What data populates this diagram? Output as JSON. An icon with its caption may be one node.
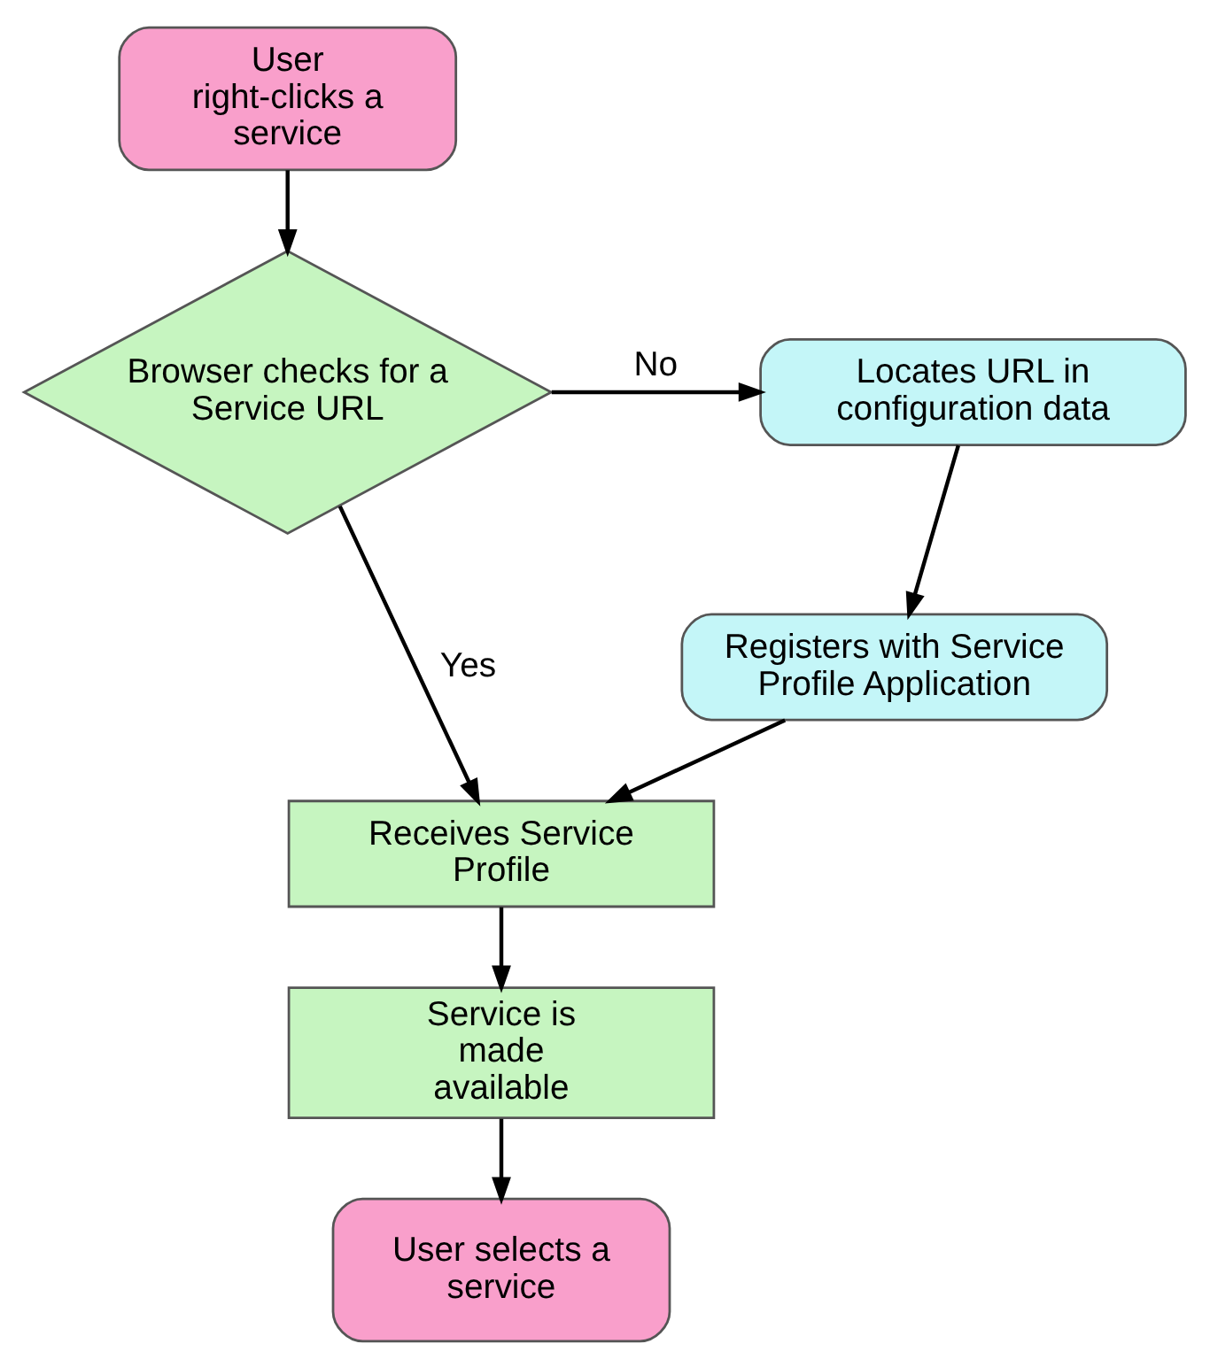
{
  "diagram": {
    "nodes": [
      {
        "text": [
          "User right-clicks a service"
        ]
      },
      {
        "text": [
          "Browser checks for a Service URL"
        ]
      },
      {
        "text": [
          "Locates URL in configuration data"
        ]
      },
      {
        "text": [
          "Registers with Service Profile Application"
        ]
      },
      {
        "text": [
          "Receives Service Profile"
        ]
      },
      {
        "text": [
          "Service is made available"
        ]
      },
      {
        "text": [
          "User selects a service"
        ]
      }
    ],
    "edges": [
      {
        "from": 0,
        "to": 1,
        "arrow": "to"
      },
      {
        "from": 1,
        "to": 2,
        "arrow": "to",
        "label": "No"
      },
      {
        "from": 2,
        "to": 3,
        "arrow": "to"
      },
      {
        "from": 1,
        "to": 4,
        "arrow": "to",
        "label": "Yes"
      },
      {
        "from": 3,
        "to": 4,
        "arrow": "to"
      },
      {
        "from": 4,
        "to": 5,
        "arrow": "to"
      },
      {
        "from": 5,
        "to": 6,
        "arrow": "to"
      }
    ]
  }
}
